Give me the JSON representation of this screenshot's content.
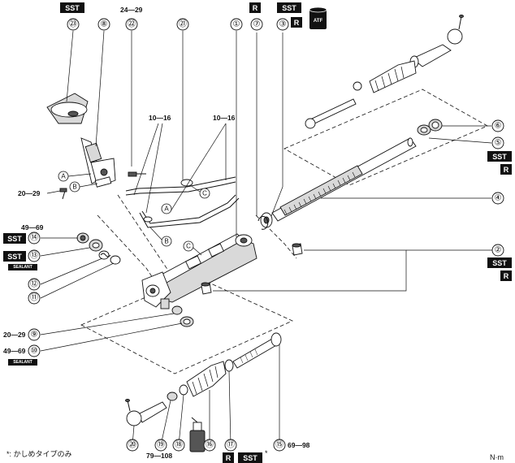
{
  "labels": {
    "sst": "SST",
    "r": "R",
    "atf": "ATF",
    "sealant": "SEALANT",
    "star": "*"
  },
  "part_numbers": [
    "①",
    "②",
    "③",
    "④",
    "⑤",
    "⑥",
    "⑦",
    "⑧",
    "⑨",
    "⑩",
    "⑪",
    "⑫",
    "⑬",
    "⑭",
    "⑮",
    "⑯",
    "⑰",
    "⑱",
    "⑲",
    "⑳",
    "㉑",
    "㉒",
    "㉓"
  ],
  "letters": {
    "a": "A",
    "b": "B",
    "c": "C"
  },
  "torques": {
    "t22": "24—29",
    "t_pipe_left": "10—16",
    "t_pipe_right": "10—16",
    "t_bolt": "20—29",
    "t14": "49—69",
    "t9": "20—29",
    "t10": "49—69",
    "t15": "69—98",
    "t19": "79—108"
  },
  "footnote": "*: かしめタイプのみ",
  "unit": "N·m"
}
